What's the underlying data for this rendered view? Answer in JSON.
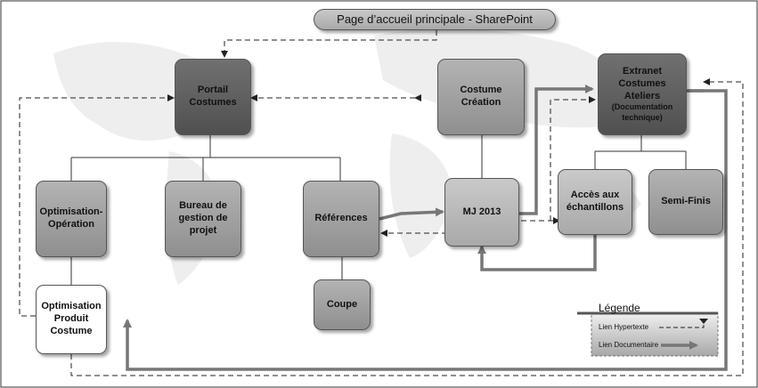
{
  "header": {
    "title": "Page d’accueil principale - SharePoint"
  },
  "nodes": {
    "portail": "Portail\nCostumes",
    "costume_creation": "Costume\nCréation",
    "extranet_main": "Extranet\nCostumes\nAteliers",
    "extranet_sub": "(Documentation\ntechnique)",
    "optimisation_operation": "Optimisation-\nOpération",
    "bureau": "Bureau de\ngestion de\nprojet",
    "references": "Références",
    "mj2013": "MJ 2013",
    "acces": "Accès aux\néchantillons",
    "semi_finis": "Semi-Finis",
    "coupe": "Coupe",
    "optimisation_produit": "Optimisation\nProduit\nCostume"
  },
  "legend": {
    "title": "Légende",
    "hypertext": "Lien Hypertexte",
    "documentaire": "Lien Documentaire"
  }
}
